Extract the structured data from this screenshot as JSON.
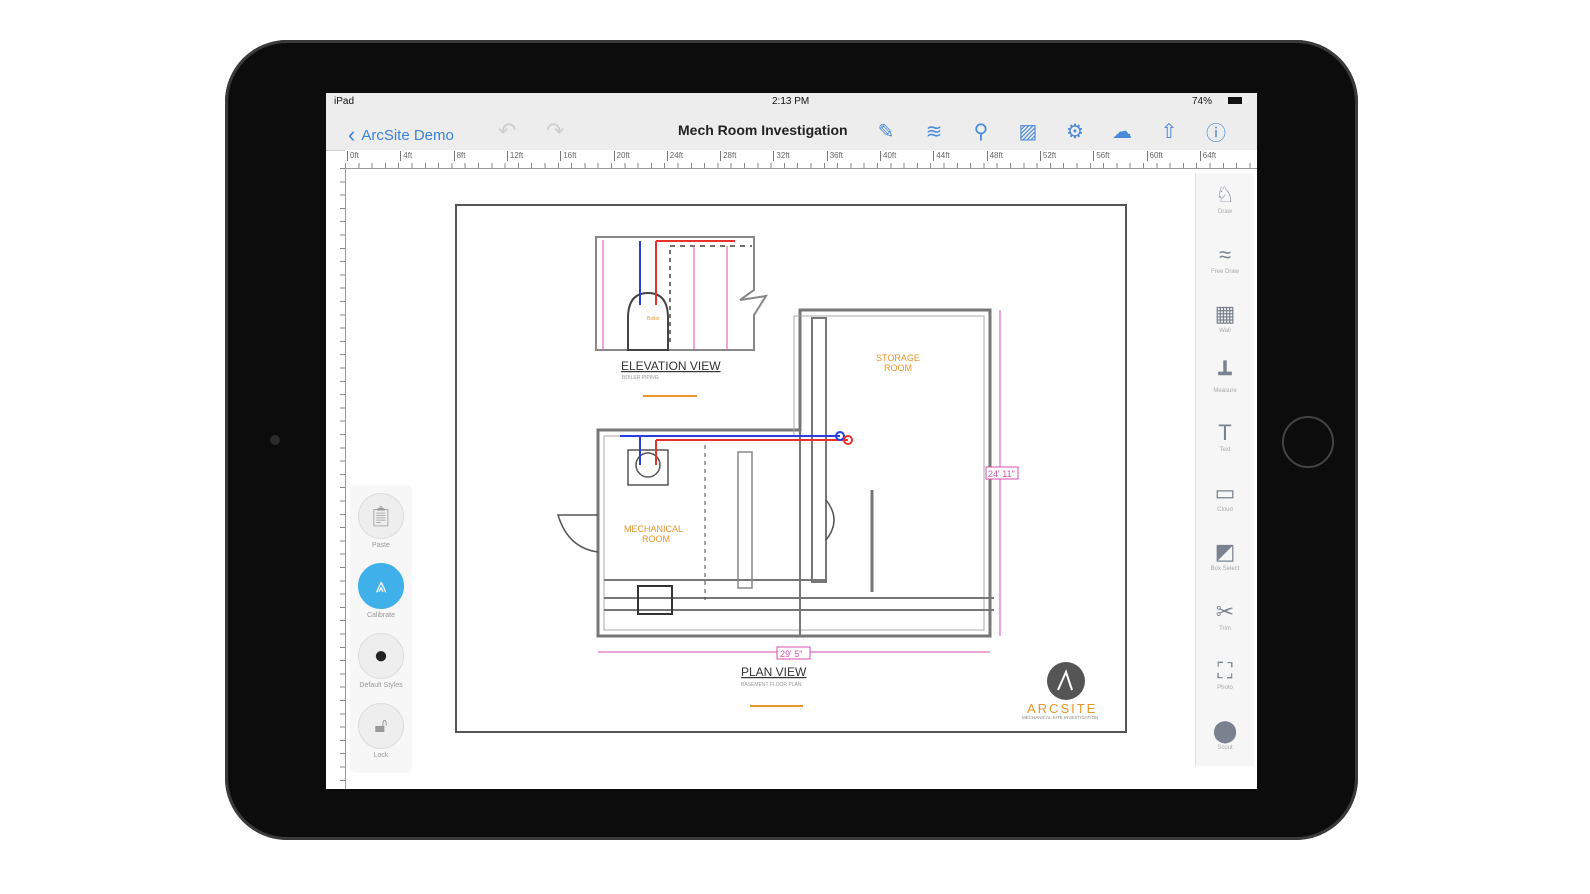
{
  "status_bar": {
    "device": "iPad",
    "time": "2:13 PM",
    "battery": "74%"
  },
  "nav": {
    "back_label": "ArcSite Demo",
    "title": "Mech Room Investigation",
    "toolbar": [
      {
        "icon": "edit-icon"
      },
      {
        "icon": "layers-icon"
      },
      {
        "icon": "shapes-icon"
      },
      {
        "icon": "image-icon"
      },
      {
        "icon": "gear-icon"
      },
      {
        "icon": "cloud-upload-icon"
      },
      {
        "icon": "share-icon"
      },
      {
        "icon": "help-icon"
      }
    ]
  },
  "ruler": {
    "labels": [
      "0ft",
      "4ft",
      "8ft",
      "12ft",
      "16ft",
      "20ft",
      "24ft",
      "28ft",
      "32ft",
      "36ft",
      "40ft",
      "44ft",
      "48ft",
      "52ft",
      "56ft",
      "60ft",
      "64ft"
    ]
  },
  "left_tools": [
    {
      "label": "Paste",
      "icon": "paste-icon"
    },
    {
      "label": "Calibrate",
      "icon": "compass-icon",
      "active": true
    },
    {
      "label": "Default Styles",
      "icon": "paint-icon"
    },
    {
      "label": "Lock",
      "icon": "unlock-icon"
    }
  ],
  "right_tools": [
    {
      "label": "Draw",
      "icon": "pen-icon"
    },
    {
      "label": "Free Draw",
      "icon": "squiggle-icon"
    },
    {
      "label": "Wall",
      "icon": "wall-icon"
    },
    {
      "label": "Measure",
      "icon": "measure-icon"
    },
    {
      "label": "Text",
      "icon": "text-icon"
    },
    {
      "label": "Cloud",
      "icon": "cloud-shape-icon"
    },
    {
      "label": "Box Select",
      "icon": "box-select-icon"
    },
    {
      "label": "Trim",
      "icon": "scissors-icon"
    },
    {
      "label": "Photo",
      "icon": "photo-icon"
    },
    {
      "label": "Scout",
      "icon": "pin-icon"
    }
  ],
  "drawing": {
    "elevation_title": "ELEVATION VIEW",
    "elevation_sub": "BOILER PIPING",
    "boiler": "Boiler",
    "plan_title": "PLAN VIEW",
    "plan_sub": "BASEMENT FLOOR PLAN",
    "storage": "STORAGE",
    "storage2": "ROOM",
    "mech": "MECHANICAL",
    "mech2": "ROOM",
    "dim_width": "29' 5\"",
    "dim_height": "24' 11\"",
    "brand": "ARCSITE",
    "brand_sub": "MECHANICAL SITE INVESTIGATION"
  },
  "colors": {
    "accent": "#3b82d6",
    "calibrate": "#3fb0ea",
    "hot": "#e8322b",
    "cold": "#2a3ee0",
    "dimension": "#d94fb0",
    "annotation": "#e8962b"
  }
}
